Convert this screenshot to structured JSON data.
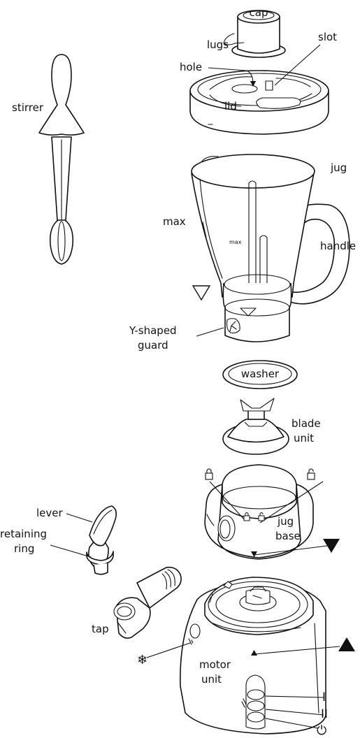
{
  "labels": {
    "cap": "cap",
    "lugs": "lugs",
    "slot": "slot",
    "hole": "hole",
    "lid": "lid",
    "stirrer": "stirrer",
    "jug": "jug",
    "max": "max",
    "max_mark": "max",
    "handle": "handle",
    "guard_line1": "Y-shaped",
    "guard_line2": "guard",
    "washer": "washer",
    "blade_line1": "blade",
    "blade_line2": "unit",
    "jug_base_line1": "jug",
    "jug_base_line2": "base",
    "lever": "lever",
    "retaining_line1": "retaining",
    "retaining_line2": "ring",
    "tap": "tap",
    "motor_line1": "motor",
    "motor_line2": "unit",
    "speed_1": "I",
    "speed_2": "II",
    "power_symbol": "⏻",
    "snowflake_symbol": "❄"
  },
  "icons": {
    "align_down": "down-triangle-icon",
    "align_up": "up-triangle-icon",
    "lock": "padlock-closed-icon",
    "unlock": "padlock-open-icon",
    "pulse": "snowflake-icon",
    "power": "power-icon"
  },
  "colors": {
    "line": "#111111",
    "background": "#ffffff"
  }
}
